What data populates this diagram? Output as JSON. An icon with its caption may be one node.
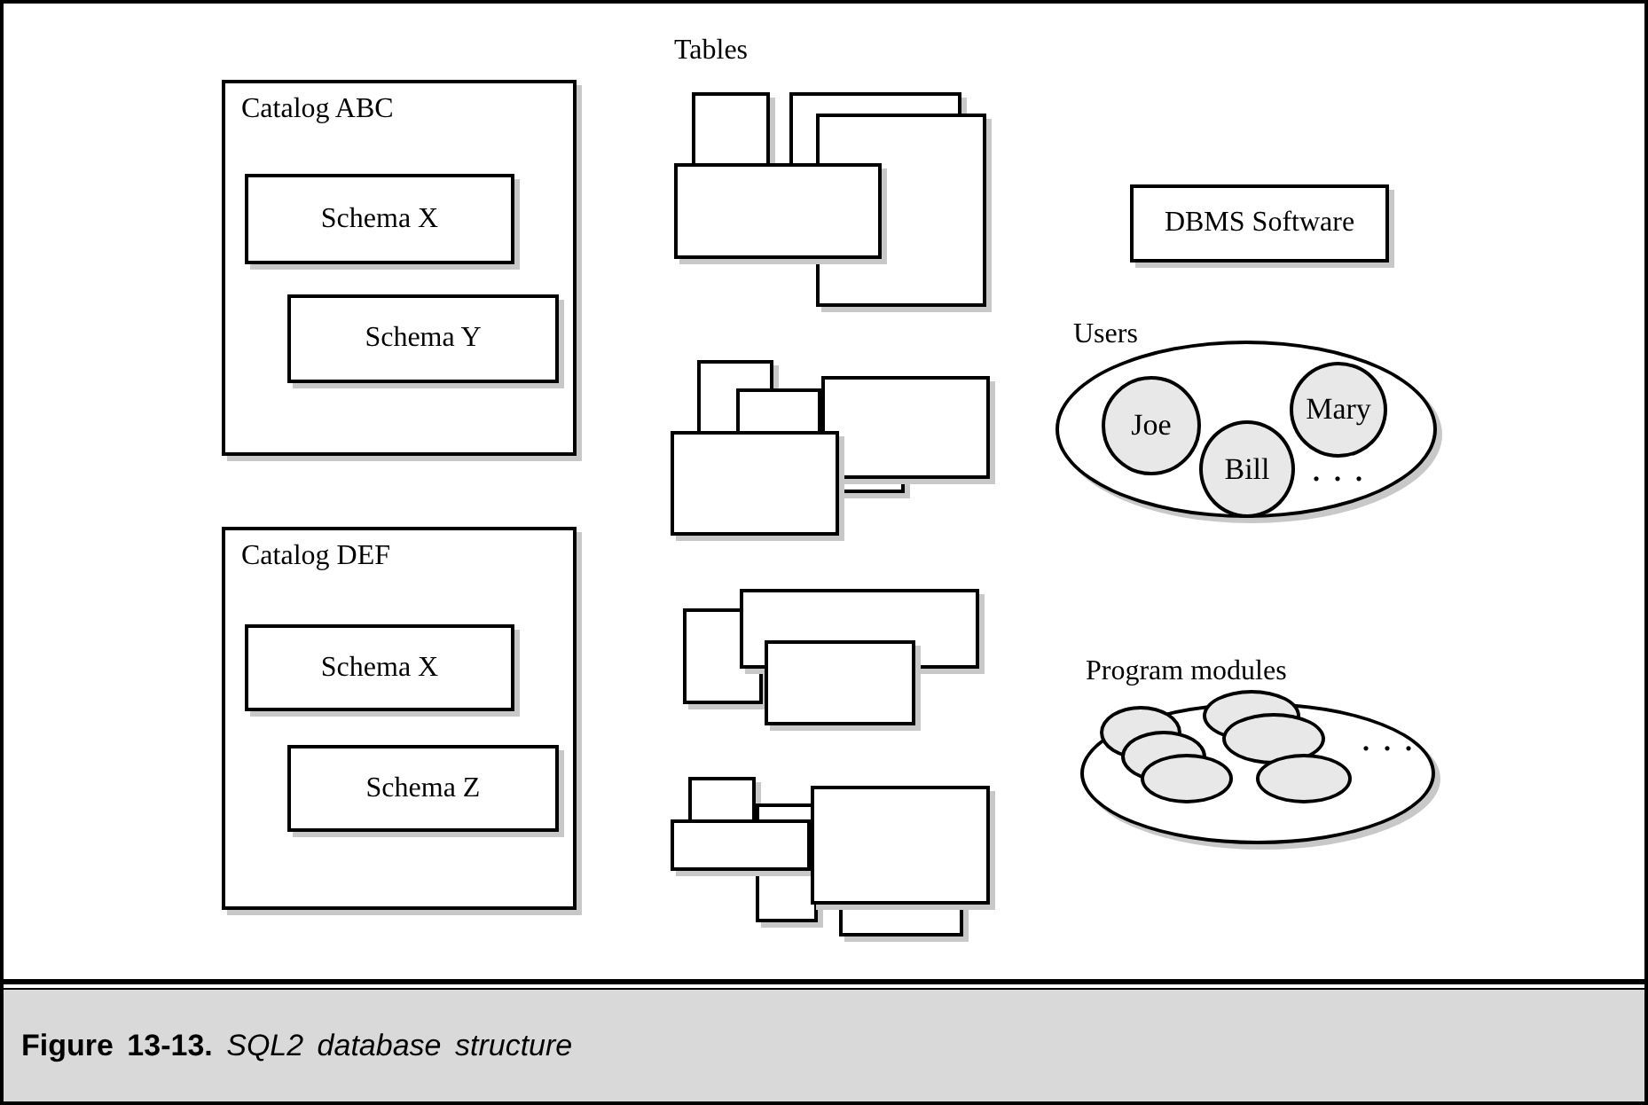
{
  "diagram": {
    "caption": "**Figure 13-13.** *SQL2 database structure*",
    "nodes": [
      {
        "text": [
          "Catalog ABC"
        ]
      },
      {
        "text": [
          "Schema X"
        ],
        "in": 0
      },
      {
        "text": [
          "Schema Y"
        ],
        "in": 0
      },
      {
        "text": [
          "Catalog DEF"
        ]
      },
      {
        "text": [
          "Schema X"
        ],
        "in": 3
      },
      {
        "text": [
          "Schema Z"
        ],
        "in": 3
      },
      {
        "text": [],
        "shape": "picture"
      },
      {
        "text": [],
        "shape": "picture"
      },
      {
        "text": [],
        "shape": "picture"
      },
      {
        "text": [],
        "shape": "picture"
      },
      {
        "text": [
          "DBMS Software"
        ]
      },
      {
        "text": [
          "Users"
        ]
      },
      {
        "text": [
          "Joe"
        ],
        "in": 11
      },
      {
        "text": [
          "Bill"
        ],
        "in": 11
      },
      {
        "text": [
          "Mary"
        ],
        "in": 11
      },
      {
        "text": [
          "Program modules"
        ]
      },
      {
        "text": [],
        "shape": "picture",
        "in": 15
      },
      {
        "text": [],
        "shape": "picture",
        "in": 15
      }
    ],
    "labels": [
      "Tables",
      "...",
      "..."
    ]
  }
}
